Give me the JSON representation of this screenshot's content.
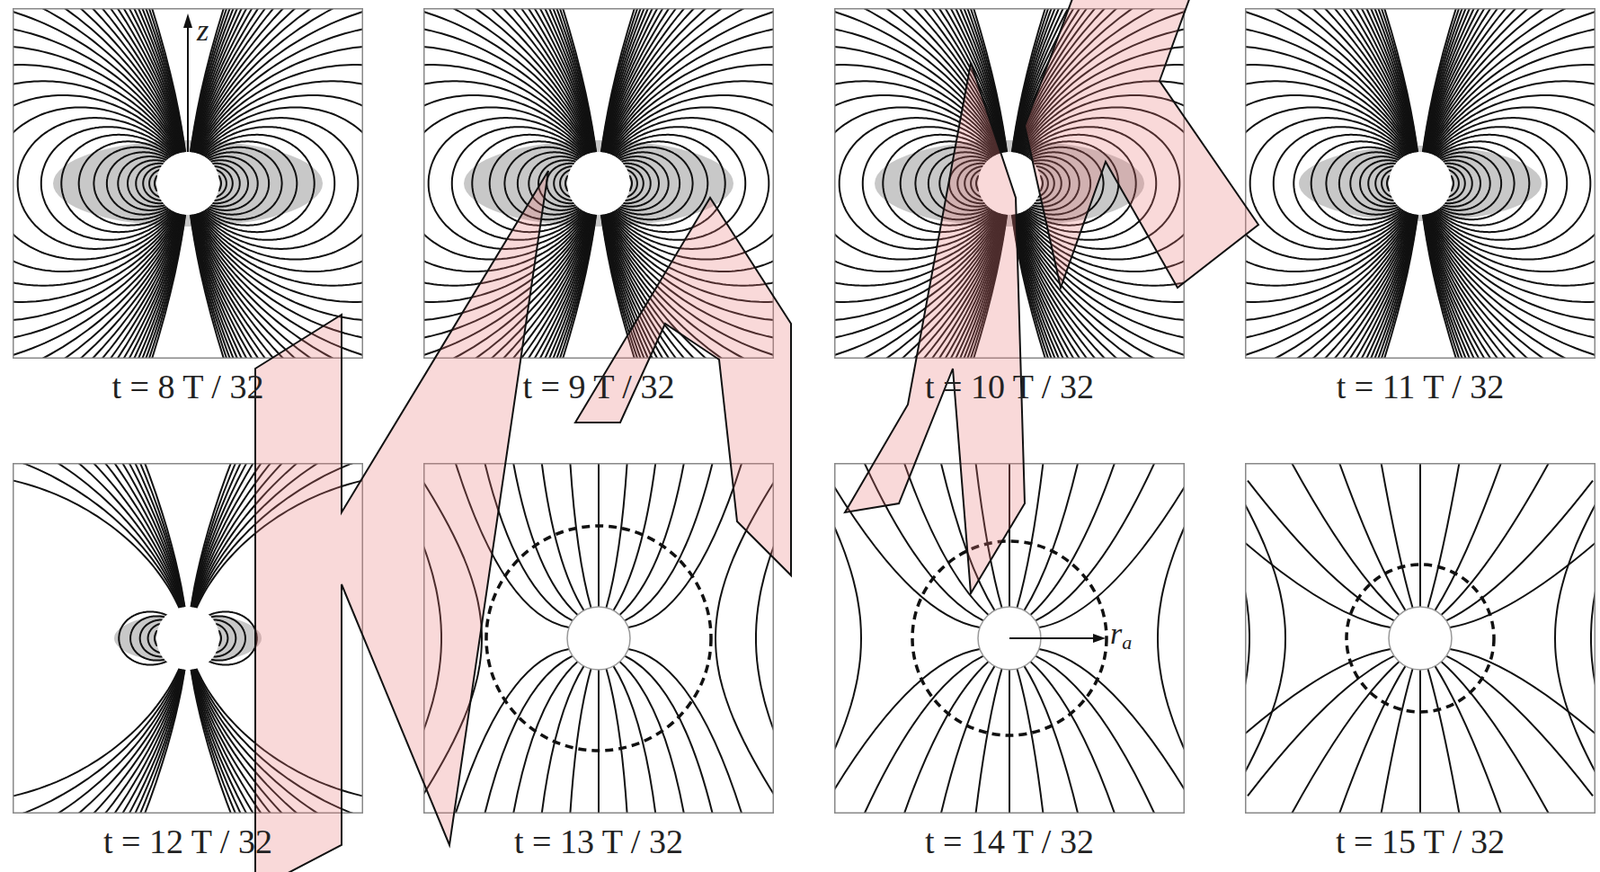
{
  "diagram": {
    "labels": [
      "z",
      "t = 8 T / 32",
      "t = 9 T / 32",
      "t = 10 T / 32",
      "t = 11 T / 32",
      "t = 12 T / 32",
      "t = 13 T / 32",
      "t = 14 T / 32",
      "t = 15 T / 32",
      "r",
      "a"
    ]
  }
}
